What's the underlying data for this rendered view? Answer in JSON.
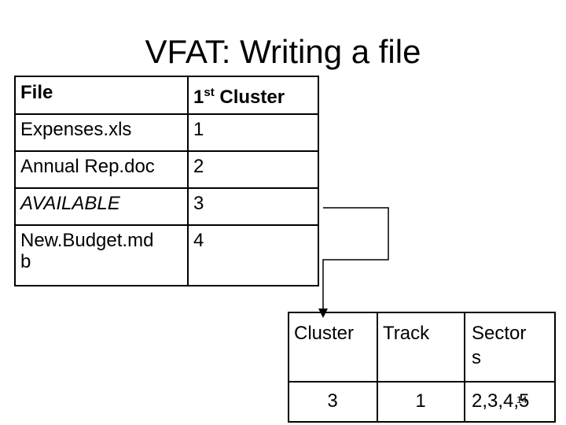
{
  "title": "VFAT: Writing a file",
  "directory": {
    "header": {
      "file": "File",
      "cluster_prefix": "1",
      "cluster_sup": "st",
      "cluster_suffix": " Cluster"
    },
    "rows": [
      {
        "file": "Expenses.xls",
        "cluster": "1"
      },
      {
        "file": "Annual Rep.doc",
        "cluster": "2"
      },
      {
        "file": "AVAILABLE",
        "cluster": "3"
      },
      {
        "file_line1": "New.Budget.md",
        "file_line2": "b",
        "cluster": "4"
      }
    ]
  },
  "cluster_table": {
    "headers": {
      "cluster": "Cluster",
      "track": "Track",
      "sector_line1": "Sector",
      "sector_line2": "s"
    },
    "row": {
      "cluster": "3",
      "track": "1",
      "sectors": "2,3,4,5"
    }
  },
  "page_number": "14"
}
